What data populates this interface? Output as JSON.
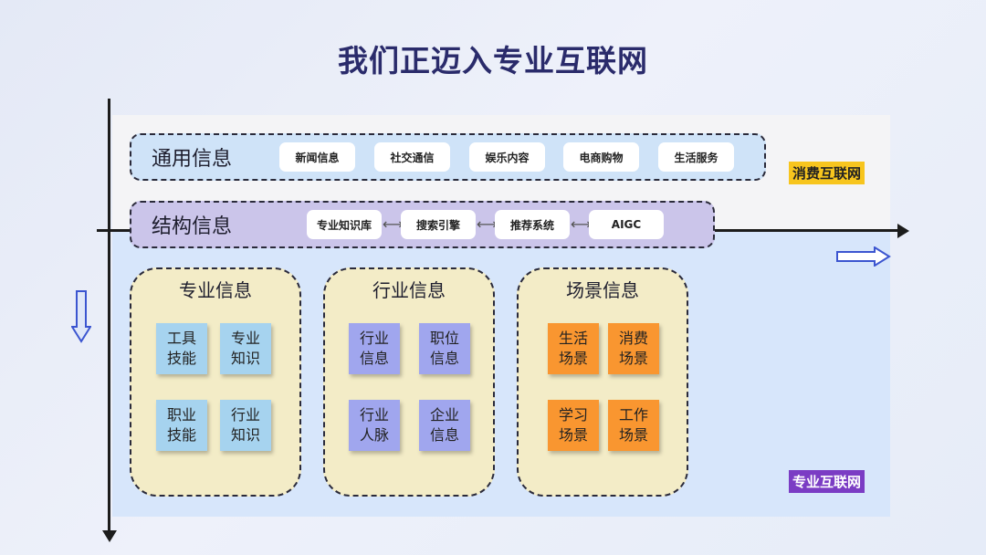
{
  "title": "我们正迈入专业互联网",
  "general": {
    "label": "通用信息",
    "items": [
      "新闻信息",
      "社交通信",
      "娱乐内容",
      "电商购物",
      "生活服务"
    ]
  },
  "structured": {
    "label": "结构信息",
    "items": [
      "专业知识库",
      "搜索引擎",
      "推荐系统",
      "AIGC"
    ],
    "connector": "⟷"
  },
  "tags": {
    "consumer": "消费互联网",
    "professional": "专业互联网"
  },
  "groups": [
    {
      "title": "专业信息",
      "notes": [
        "工具技能",
        "专业知识",
        "职业技能",
        "行业知识"
      ],
      "color": "#a6d3ef"
    },
    {
      "title": "行业信息",
      "notes": [
        "行业信息",
        "职位信息",
        "行业人脉",
        "企业信息"
      ],
      "color": "#a0a6ee"
    },
    {
      "title": "场景信息",
      "notes": [
        "生活场景",
        "消费场景",
        "学习场景",
        "工作场景"
      ],
      "color": "#f99630"
    }
  ],
  "colors": {
    "title": "#2a2b6b",
    "general_band": "#cfe3f8",
    "structured_band": "#cbc5ea",
    "consumer_tag": "#f7c51e",
    "professional_tag": "#7b3cc4",
    "group_fill": "#f3ecc7"
  }
}
